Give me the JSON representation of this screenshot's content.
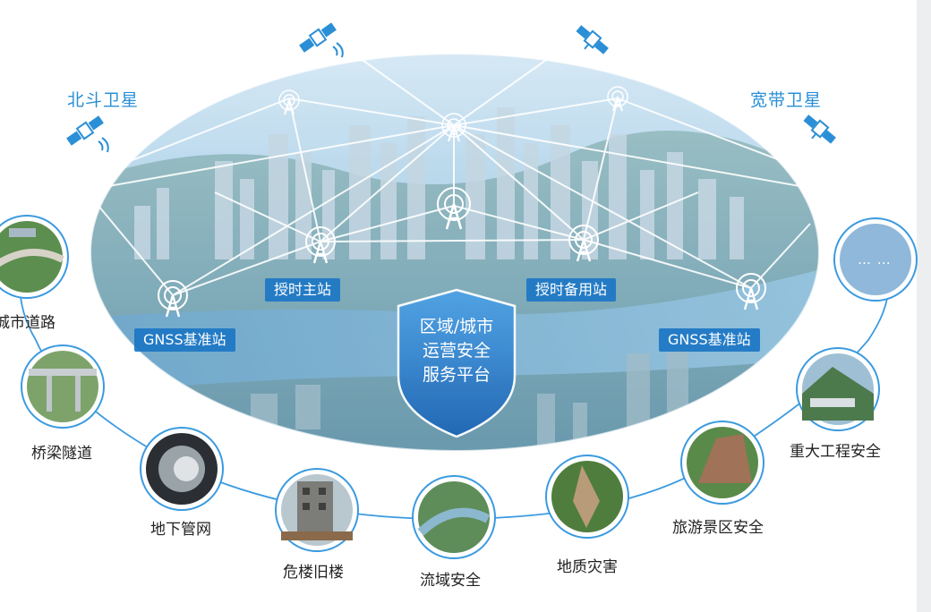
{
  "satellites": {
    "beidou_label": "北斗卫星",
    "broadband_label": "宽带卫星"
  },
  "stations": {
    "gnss_left": "GNSS基准站",
    "timing_main": "授时主站",
    "timing_backup": "授时备用站",
    "gnss_right": "GNSS基准站"
  },
  "platform": {
    "lines": [
      "区域/城市",
      "运营安全",
      "服务平台"
    ]
  },
  "applications": [
    {
      "label": "城市道路"
    },
    {
      "label": "桥梁隧道"
    },
    {
      "label": "地下管网"
    },
    {
      "label": "危楼旧楼"
    },
    {
      "label": "流域安全"
    },
    {
      "label": "地质灾害"
    },
    {
      "label": "旅游景区安全"
    },
    {
      "label": "重大工程安全"
    },
    {
      "label": "… …"
    }
  ],
  "colors": {
    "accent_blue": "#2a8fd6",
    "node_ring": "#3a9ae0",
    "station_tag": "#1c76c4",
    "shield": "#2f7fcf"
  }
}
